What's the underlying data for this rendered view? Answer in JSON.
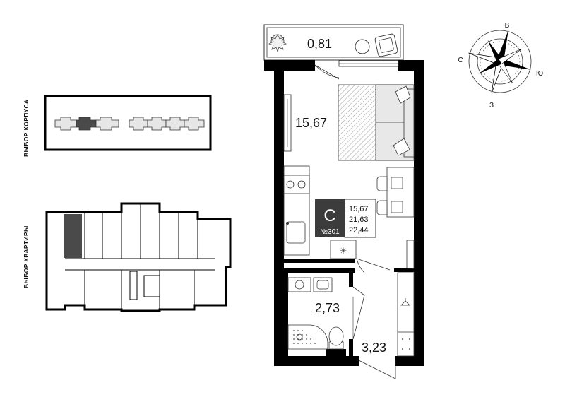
{
  "labels": {
    "building_selector": "ВЫБОР КОРПУСА",
    "apartment_selector": "ВЫБОР КВАРТИРЫ"
  },
  "rooms": {
    "balcony_area": "0,81",
    "living_area": "15,67",
    "bathroom_area": "2,73",
    "hallway_area": "3,23"
  },
  "apartment_badge": {
    "type_letter": "С",
    "number": "№301",
    "living": "15,67",
    "total_no_balcony": "21,63",
    "total": "22,44"
  },
  "compass": {
    "north": "В",
    "east": "Ю",
    "south": "З",
    "west": "С"
  },
  "colors": {
    "wall": "#000000",
    "selected": "#4a4a4a",
    "building_fill": "#e6e6e6",
    "badge_bg": "#3c3c3c",
    "furniture": "#e8e8e8"
  }
}
